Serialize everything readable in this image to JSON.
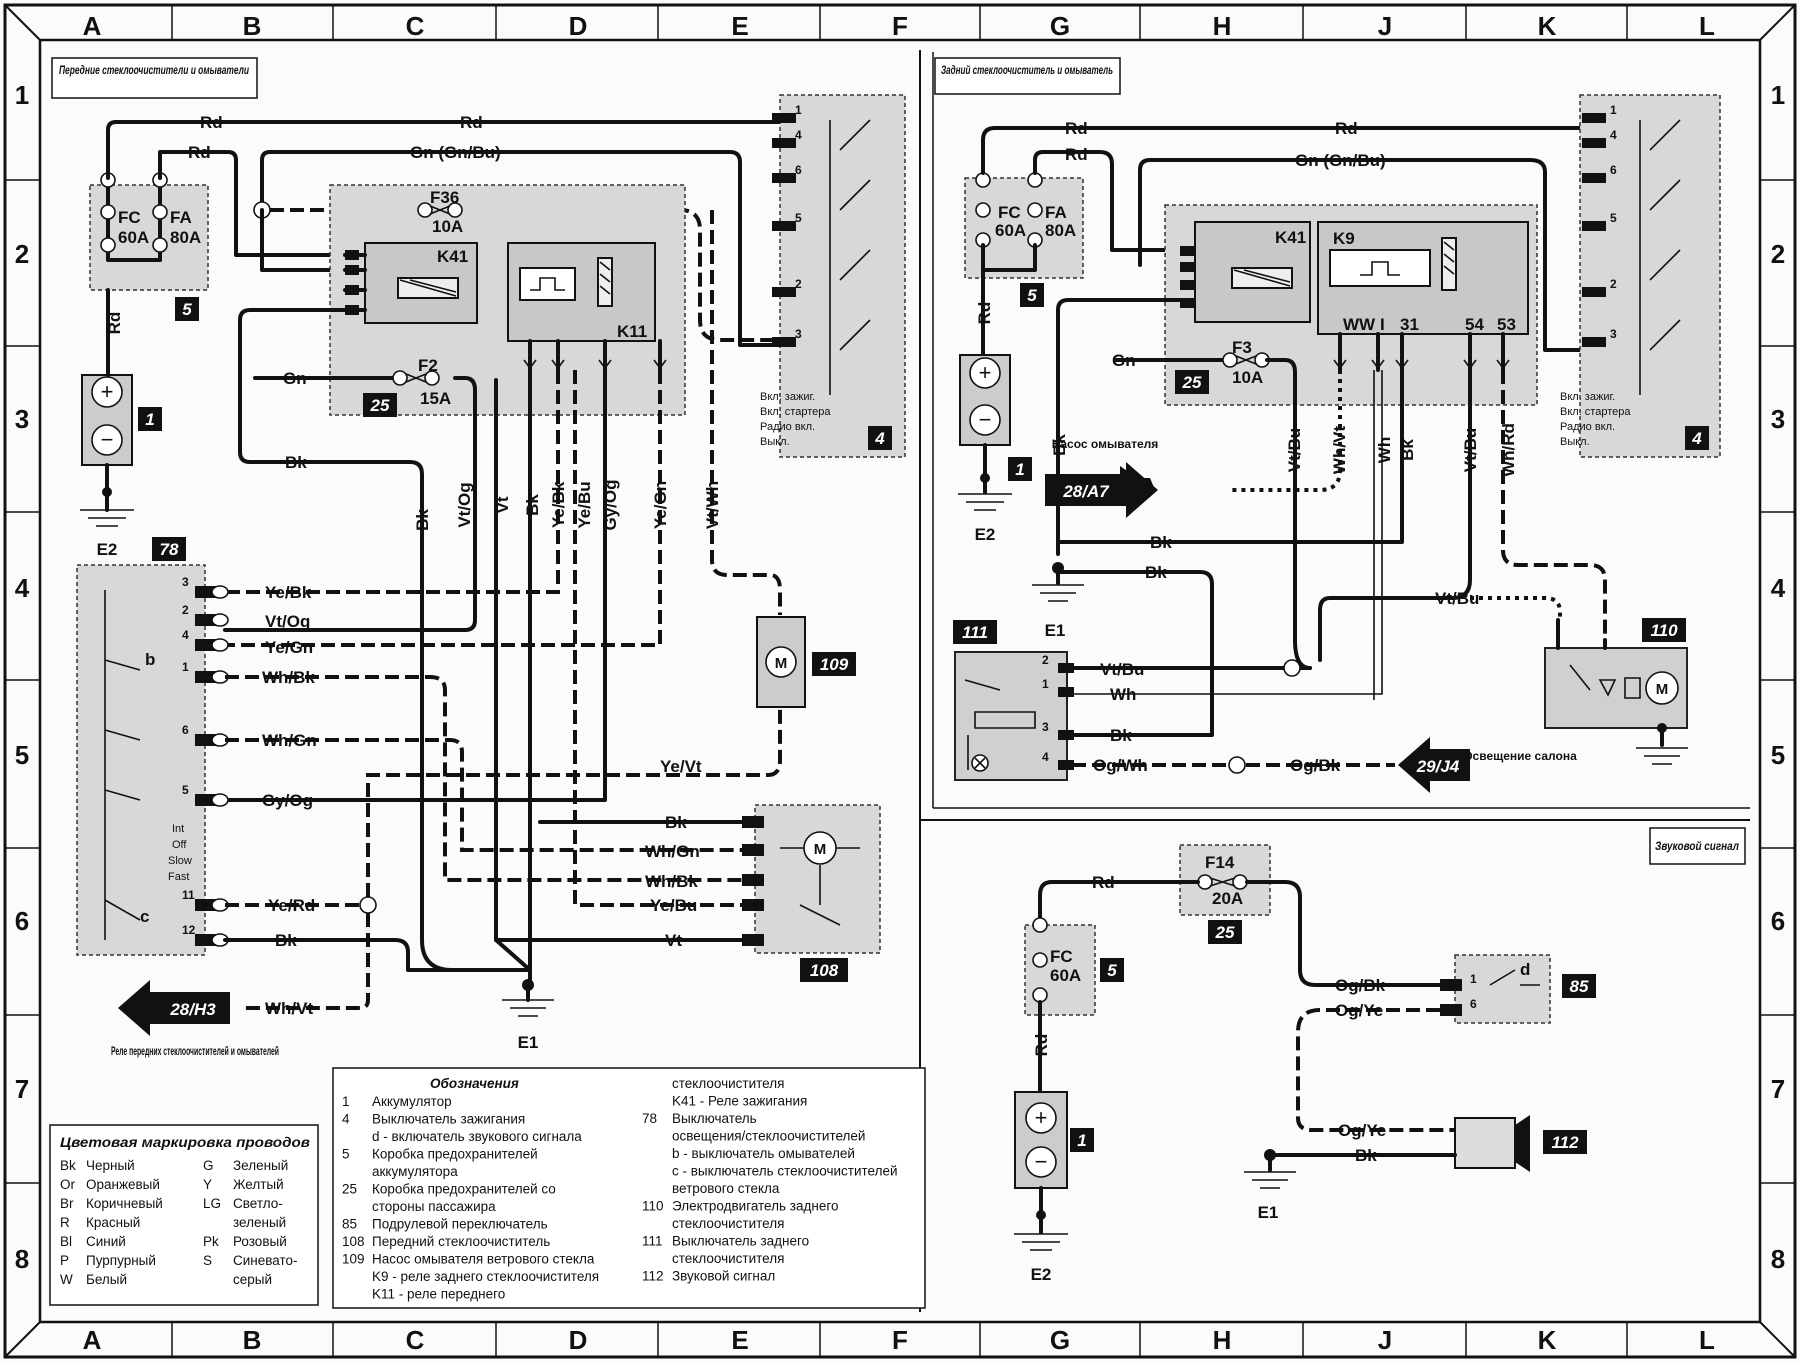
{
  "grid": {
    "columns": [
      "A",
      "B",
      "C",
      "D",
      "E",
      "F",
      "G",
      "H",
      "J",
      "K",
      "L"
    ],
    "rows": [
      "1",
      "2",
      "3",
      "4",
      "5",
      "6",
      "7",
      "8"
    ]
  },
  "sections": {
    "front": "Передние стеклоочистители и омыватели",
    "rear": "Задний стеклоочиститель и омыватель",
    "horn": "Звуковой сигнал"
  },
  "wires": {
    "rd": "Rd",
    "gn_gnbu": "Gn (Gn/Bu)",
    "gn": "Gn",
    "bk": "Bk",
    "vt_og": "Vt/Og",
    "vt": "Vt",
    "ye_bk": "Ye/Bk",
    "ye_bu": "Ye/Bu",
    "gy_og": "Gy/Og",
    "ye_gn": "Ye/Gn",
    "vt_wh": "Vt/Wh",
    "wh_bk": "Wh/Bk",
    "wh_gn": "Wh/Gn",
    "ye_vt": "Ye/Vt",
    "ye_rd": "Ye/Rd",
    "wh_vt": "Wh/Vt",
    "vt_bu": "Vt/Bu",
    "wh": "Wh",
    "wh_rd": "Wh/Rd",
    "og_wh": "Og/Wh",
    "og_bk": "Og/Bk",
    "og_ye": "Og/Ye"
  },
  "components": {
    "c1": "1",
    "c4": "4",
    "c5": "5",
    "c25": "25",
    "c78": "78",
    "c85": "85",
    "c108": "108",
    "c109": "109",
    "c110": "110",
    "c111": "111",
    "c112": "112"
  },
  "fuses": {
    "fc": "FC",
    "fc_rating": "60A",
    "fa": "FA",
    "fa_rating": "80A",
    "f36": "F36",
    "f36_rating": "10A",
    "f2": "F2",
    "f2_rating": "15A",
    "f3": "F3",
    "f3_rating": "10A",
    "f14": "F14",
    "f14_rating": "20A"
  },
  "relays": {
    "k41": "K41",
    "k11": "K11",
    "k9": "K9"
  },
  "relay_pins": {
    "ww": "WW",
    "i": "I",
    "p31": "31",
    "p54": "54",
    "p53": "53"
  },
  "grounds": {
    "e1": "E1",
    "e2": "E2"
  },
  "ignition_switch": {
    "pins": [
      "1",
      "4",
      "6",
      "5",
      "2",
      "3"
    ],
    "positions": [
      "Вкл. зажиг.",
      "Вкл. стартера",
      "Радио вкл.",
      "Выкл."
    ]
  },
  "switch78": {
    "pins": [
      "3",
      "2",
      "4",
      "1",
      "6",
      "5",
      "11",
      "12"
    ],
    "b": "b",
    "c": "c",
    "positions": [
      "Int",
      "Off",
      "Slow",
      "Fast"
    ]
  },
  "switch111_pins": [
    "2",
    "1",
    "3",
    "4"
  ],
  "switch85": {
    "pins": [
      "1",
      "6"
    ],
    "d": "d"
  },
  "refs": {
    "r_28h3": "28/H3",
    "r_28h3_caption": "Реле передних стеклоочистителей и омывателей",
    "r_28a7": "28/A7",
    "r_28a7_caption": "Насос омывателя",
    "r_29j4": "29/J4",
    "r_29j4_caption": "Освещение салона"
  },
  "color_legend": {
    "title": "Цветовая маркировка проводов",
    "left": [
      [
        "Bk",
        "Черный"
      ],
      [
        "Or",
        "Оранжевый"
      ],
      [
        "Br",
        "Коричневый"
      ],
      [
        "R",
        "Красный"
      ],
      [
        "Bl",
        "Синий"
      ],
      [
        "P",
        "Пурпурный"
      ],
      [
        "W",
        "Белый"
      ]
    ],
    "right": [
      [
        "G",
        "Зеленый"
      ],
      [
        "Y",
        "Желтый"
      ],
      [
        "LG",
        "Светло-"
      ],
      [
        "",
        "зеленый"
      ],
      [
        "Pk",
        "Розовый"
      ],
      [
        "S",
        "Синевато-"
      ],
      [
        "",
        "серый"
      ]
    ]
  },
  "key_legend": {
    "title": "Обозначения",
    "col1": [
      [
        "1",
        "Аккумулятор"
      ],
      [
        "4",
        "Выключатель зажигания"
      ],
      [
        "",
        "d - включатель звукового сигнала"
      ],
      [
        "5",
        "Коробка предохранителей"
      ],
      [
        "",
        "аккумулятора"
      ],
      [
        "25",
        "Коробка предохранителей со"
      ],
      [
        "",
        "стороны пассажира"
      ],
      [
        "85",
        "Подрулевой переключатель"
      ],
      [
        "108",
        "Передний стеклоочиститель"
      ],
      [
        "109",
        "Насос омывателя ветрового стекла"
      ],
      [
        "",
        "K9 - реле заднего стеклоочистителя"
      ],
      [
        "",
        "K11 - реле переднего"
      ]
    ],
    "col2": [
      [
        "",
        "стеклоочистителя"
      ],
      [
        "",
        "K41 - Реле зажигания"
      ],
      [
        "78",
        "Выключатель"
      ],
      [
        "",
        "освещения/стеклоочистителей"
      ],
      [
        "",
        "b - выключатель омывателей"
      ],
      [
        "",
        "c - выключатель стеклоочистителей"
      ],
      [
        "",
        "ветрового стекла"
      ],
      [
        "110",
        "Электродвигатель заднего"
      ],
      [
        "",
        "стеклоочистителя"
      ],
      [
        "111",
        "Выключатель заднего"
      ],
      [
        "",
        "стеклоочистителя"
      ],
      [
        "112",
        "Звуковой сигнал"
      ]
    ]
  }
}
